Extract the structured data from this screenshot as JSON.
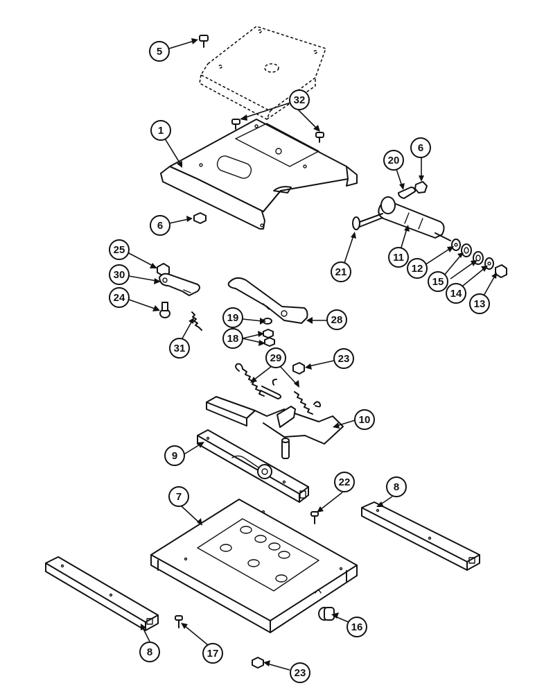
{
  "callouts": [
    {
      "id": "c5",
      "label": "5"
    },
    {
      "id": "c32",
      "label": "32"
    },
    {
      "id": "c1",
      "label": "1"
    },
    {
      "id": "c20",
      "label": "20"
    },
    {
      "id": "c6a",
      "label": "6"
    },
    {
      "id": "c6b",
      "label": "6"
    },
    {
      "id": "c21",
      "label": "21"
    },
    {
      "id": "c11",
      "label": "11"
    },
    {
      "id": "c12",
      "label": "12"
    },
    {
      "id": "c15",
      "label": "15"
    },
    {
      "id": "c14",
      "label": "14"
    },
    {
      "id": "c13",
      "label": "13"
    },
    {
      "id": "c25",
      "label": "25"
    },
    {
      "id": "c30",
      "label": "30"
    },
    {
      "id": "c24",
      "label": "24"
    },
    {
      "id": "c31",
      "label": "31"
    },
    {
      "id": "c19",
      "label": "19"
    },
    {
      "id": "c18",
      "label": "18"
    },
    {
      "id": "c28",
      "label": "28"
    },
    {
      "id": "c29",
      "label": "29"
    },
    {
      "id": "c23a",
      "label": "23"
    },
    {
      "id": "c10",
      "label": "10"
    },
    {
      "id": "c9",
      "label": "9"
    },
    {
      "id": "c22",
      "label": "22"
    },
    {
      "id": "c8a",
      "label": "8"
    },
    {
      "id": "c7",
      "label": "7"
    },
    {
      "id": "c8b",
      "label": "8"
    },
    {
      "id": "c16",
      "label": "16"
    },
    {
      "id": "c17",
      "label": "17"
    },
    {
      "id": "c23b",
      "label": "23"
    }
  ]
}
